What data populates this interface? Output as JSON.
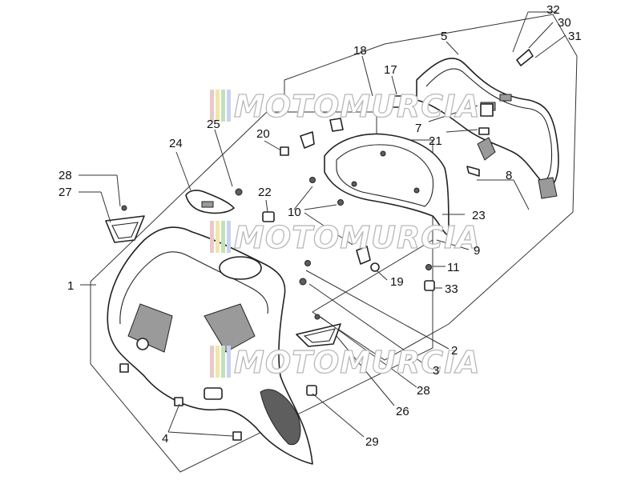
{
  "diagram": {
    "callouts": [
      {
        "id": "c32",
        "text": "32"
      },
      {
        "id": "c30",
        "text": "30"
      },
      {
        "id": "c31",
        "text": "31"
      },
      {
        "id": "c5",
        "text": "5"
      },
      {
        "id": "c18",
        "text": "18"
      },
      {
        "id": "c17",
        "text": "17"
      },
      {
        "id": "c25",
        "text": "25"
      },
      {
        "id": "c7",
        "text": "7"
      },
      {
        "id": "c21",
        "text": "21"
      },
      {
        "id": "c20",
        "text": "20"
      },
      {
        "id": "c24",
        "text": "24"
      },
      {
        "id": "c8",
        "text": "8"
      },
      {
        "id": "c28a",
        "text": "28"
      },
      {
        "id": "c27",
        "text": "27"
      },
      {
        "id": "c22",
        "text": "22"
      },
      {
        "id": "c10",
        "text": "10"
      },
      {
        "id": "c23",
        "text": "23"
      },
      {
        "id": "c9",
        "text": "9"
      },
      {
        "id": "c11",
        "text": "11"
      },
      {
        "id": "c1",
        "text": "1"
      },
      {
        "id": "c19",
        "text": "19"
      },
      {
        "id": "c33",
        "text": "33"
      },
      {
        "id": "c2",
        "text": "2"
      },
      {
        "id": "c3",
        "text": "3"
      },
      {
        "id": "c28b",
        "text": "28"
      },
      {
        "id": "c26",
        "text": "26"
      },
      {
        "id": "c4",
        "text": "4"
      },
      {
        "id": "c29",
        "text": "29"
      }
    ],
    "watermark_text": "MOTOMURCIA",
    "watermark_colors": [
      "#e8c9c9",
      "#f1e6a8",
      "#bfe3b7",
      "#c9d3ee"
    ]
  }
}
